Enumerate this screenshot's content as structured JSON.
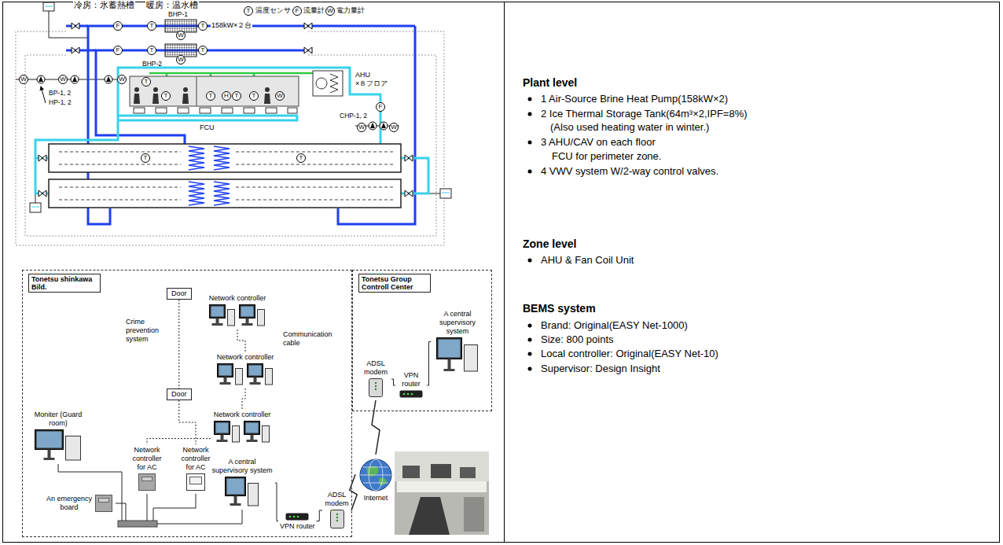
{
  "diagram": {
    "nodes": [
      {
        "text": [
          "T"
        ]
      },
      {
        "text": [
          "F"
        ]
      },
      {
        "text": [
          "W"
        ]
      },
      {
        "text": [
          "F"
        ]
      },
      {
        "text": [
          "T"
        ]
      },
      {
        "text": [
          "W"
        ]
      },
      {
        "text": [
          "T"
        ]
      },
      {
        "text": [
          "F"
        ]
      },
      {
        "text": [
          "T"
        ]
      },
      {
        "text": [
          "W"
        ]
      },
      {
        "text": [
          "T"
        ]
      },
      {
        "text": [
          "T"
        ]
      },
      {
        "text": [
          "T"
        ]
      },
      {
        "text": [
          "T"
        ]
      },
      {
        "text": [
          "H"
        ]
      },
      {
        "text": [
          "T"
        ]
      },
      {
        "text": [
          "T"
        ]
      },
      {
        "text": [
          "W"
        ]
      },
      {
        "text": [
          "F"
        ]
      },
      {
        "text": [
          "W"
        ]
      },
      {
        "text": [
          "W"
        ]
      },
      {
        "text": [
          "W"
        ]
      },
      {
        "text": [
          "W"
        ]
      },
      {
        "text": [
          "W"
        ]
      },
      {
        "text": [
          "T"
        ]
      },
      {
        "text": [
          "T"
        ]
      },
      {
        "text": [
          "Tonetsu shinkawa Bild."
        ]
      },
      {
        "text": [
          "Door"
        ],
        "in": 26
      },
      {
        "text": [
          "Door"
        ],
        "in": 26
      },
      {
        "text": [
          "Network controller"
        ],
        "in": 26
      },
      {
        "text": [
          "Network controller"
        ],
        "in": 26
      },
      {
        "text": [
          "Network controller"
        ],
        "in": 26
      },
      {
        "text": [
          "Moniter (Guard room)"
        ],
        "in": 26
      },
      {
        "text": [
          "Network controller for AC"
        ],
        "in": 26
      },
      {
        "text": [
          "Network controller for AC"
        ],
        "in": 26
      },
      {
        "text": [
          "A central supervisory system"
        ],
        "in": 26
      },
      {
        "text": [
          "An emergency board"
        ],
        "in": 26
      },
      {
        "text": [
          "VPN router"
        ],
        "in": 26
      },
      {
        "text": [
          "ADSL modem"
        ],
        "in": 26
      },
      {
        "text": [
          "Internet"
        ]
      },
      {
        "text": [
          "Tonetsu Group Controll Center"
        ]
      },
      {
        "text": [
          "ADSL modem"
        ],
        "in": 40
      },
      {
        "text": [
          "VPN router"
        ],
        "in": 40
      },
      {
        "text": [
          "A central supervisory system"
        ],
        "in": 40
      }
    ],
    "edges": [
      {
        "from": 27,
        "to": 28,
        "arrow": "none"
      },
      {
        "from": 29,
        "to": 30,
        "arrow": "none"
      },
      {
        "from": 30,
        "to": 31,
        "arrow": "none"
      },
      {
        "from": 31,
        "to": 33,
        "arrow": "none"
      },
      {
        "from": 28,
        "to": 34,
        "arrow": "none"
      },
      {
        "from": 35,
        "to": 37,
        "arrow": "none"
      },
      {
        "from": 37,
        "to": 38,
        "arrow": "none"
      },
      {
        "from": 38,
        "to": 39,
        "arrow": "none"
      },
      {
        "from": 39,
        "to": 41,
        "arrow": "none"
      },
      {
        "from": 41,
        "to": 42,
        "arrow": "none"
      },
      {
        "from": 42,
        "to": 43,
        "arrow": "none"
      }
    ],
    "labels": [
      "冷房：氷蓄熱槽",
      "暖房：温水槽",
      "BHP-1",
      "158kW×２台",
      "BHP-2",
      "FCU",
      "AHU",
      "×８フロア",
      "CHP-1, 2",
      "BP-1, 2",
      "HP-1, 2",
      "Crime prevention system",
      "Communication cable",
      "Plant level",
      "1 Air-Source Brine Heat Pump(158kW×2)",
      "2 Ice Thermal Storage Tank(64m³×2,IPF=8%)",
      "(Also used heating water in winter.)",
      "3 AHU/CAV on each floor",
      "FCU for perimeter zone.",
      "4 VWV system W/2-way control valves.",
      "Zone level",
      "AHU & Fan Coil Unit",
      "BEMS system",
      "Brand: Original(EASY Net-1000)",
      "Size: 800 points",
      "Local controller: Original(EASY Net-10)",
      "Supervisor: Design Insight"
    ],
    "legend": [
      {
        "text": "温度センサ"
      },
      {
        "text": "流量計"
      },
      {
        "text": "電力量計"
      }
    ]
  }
}
